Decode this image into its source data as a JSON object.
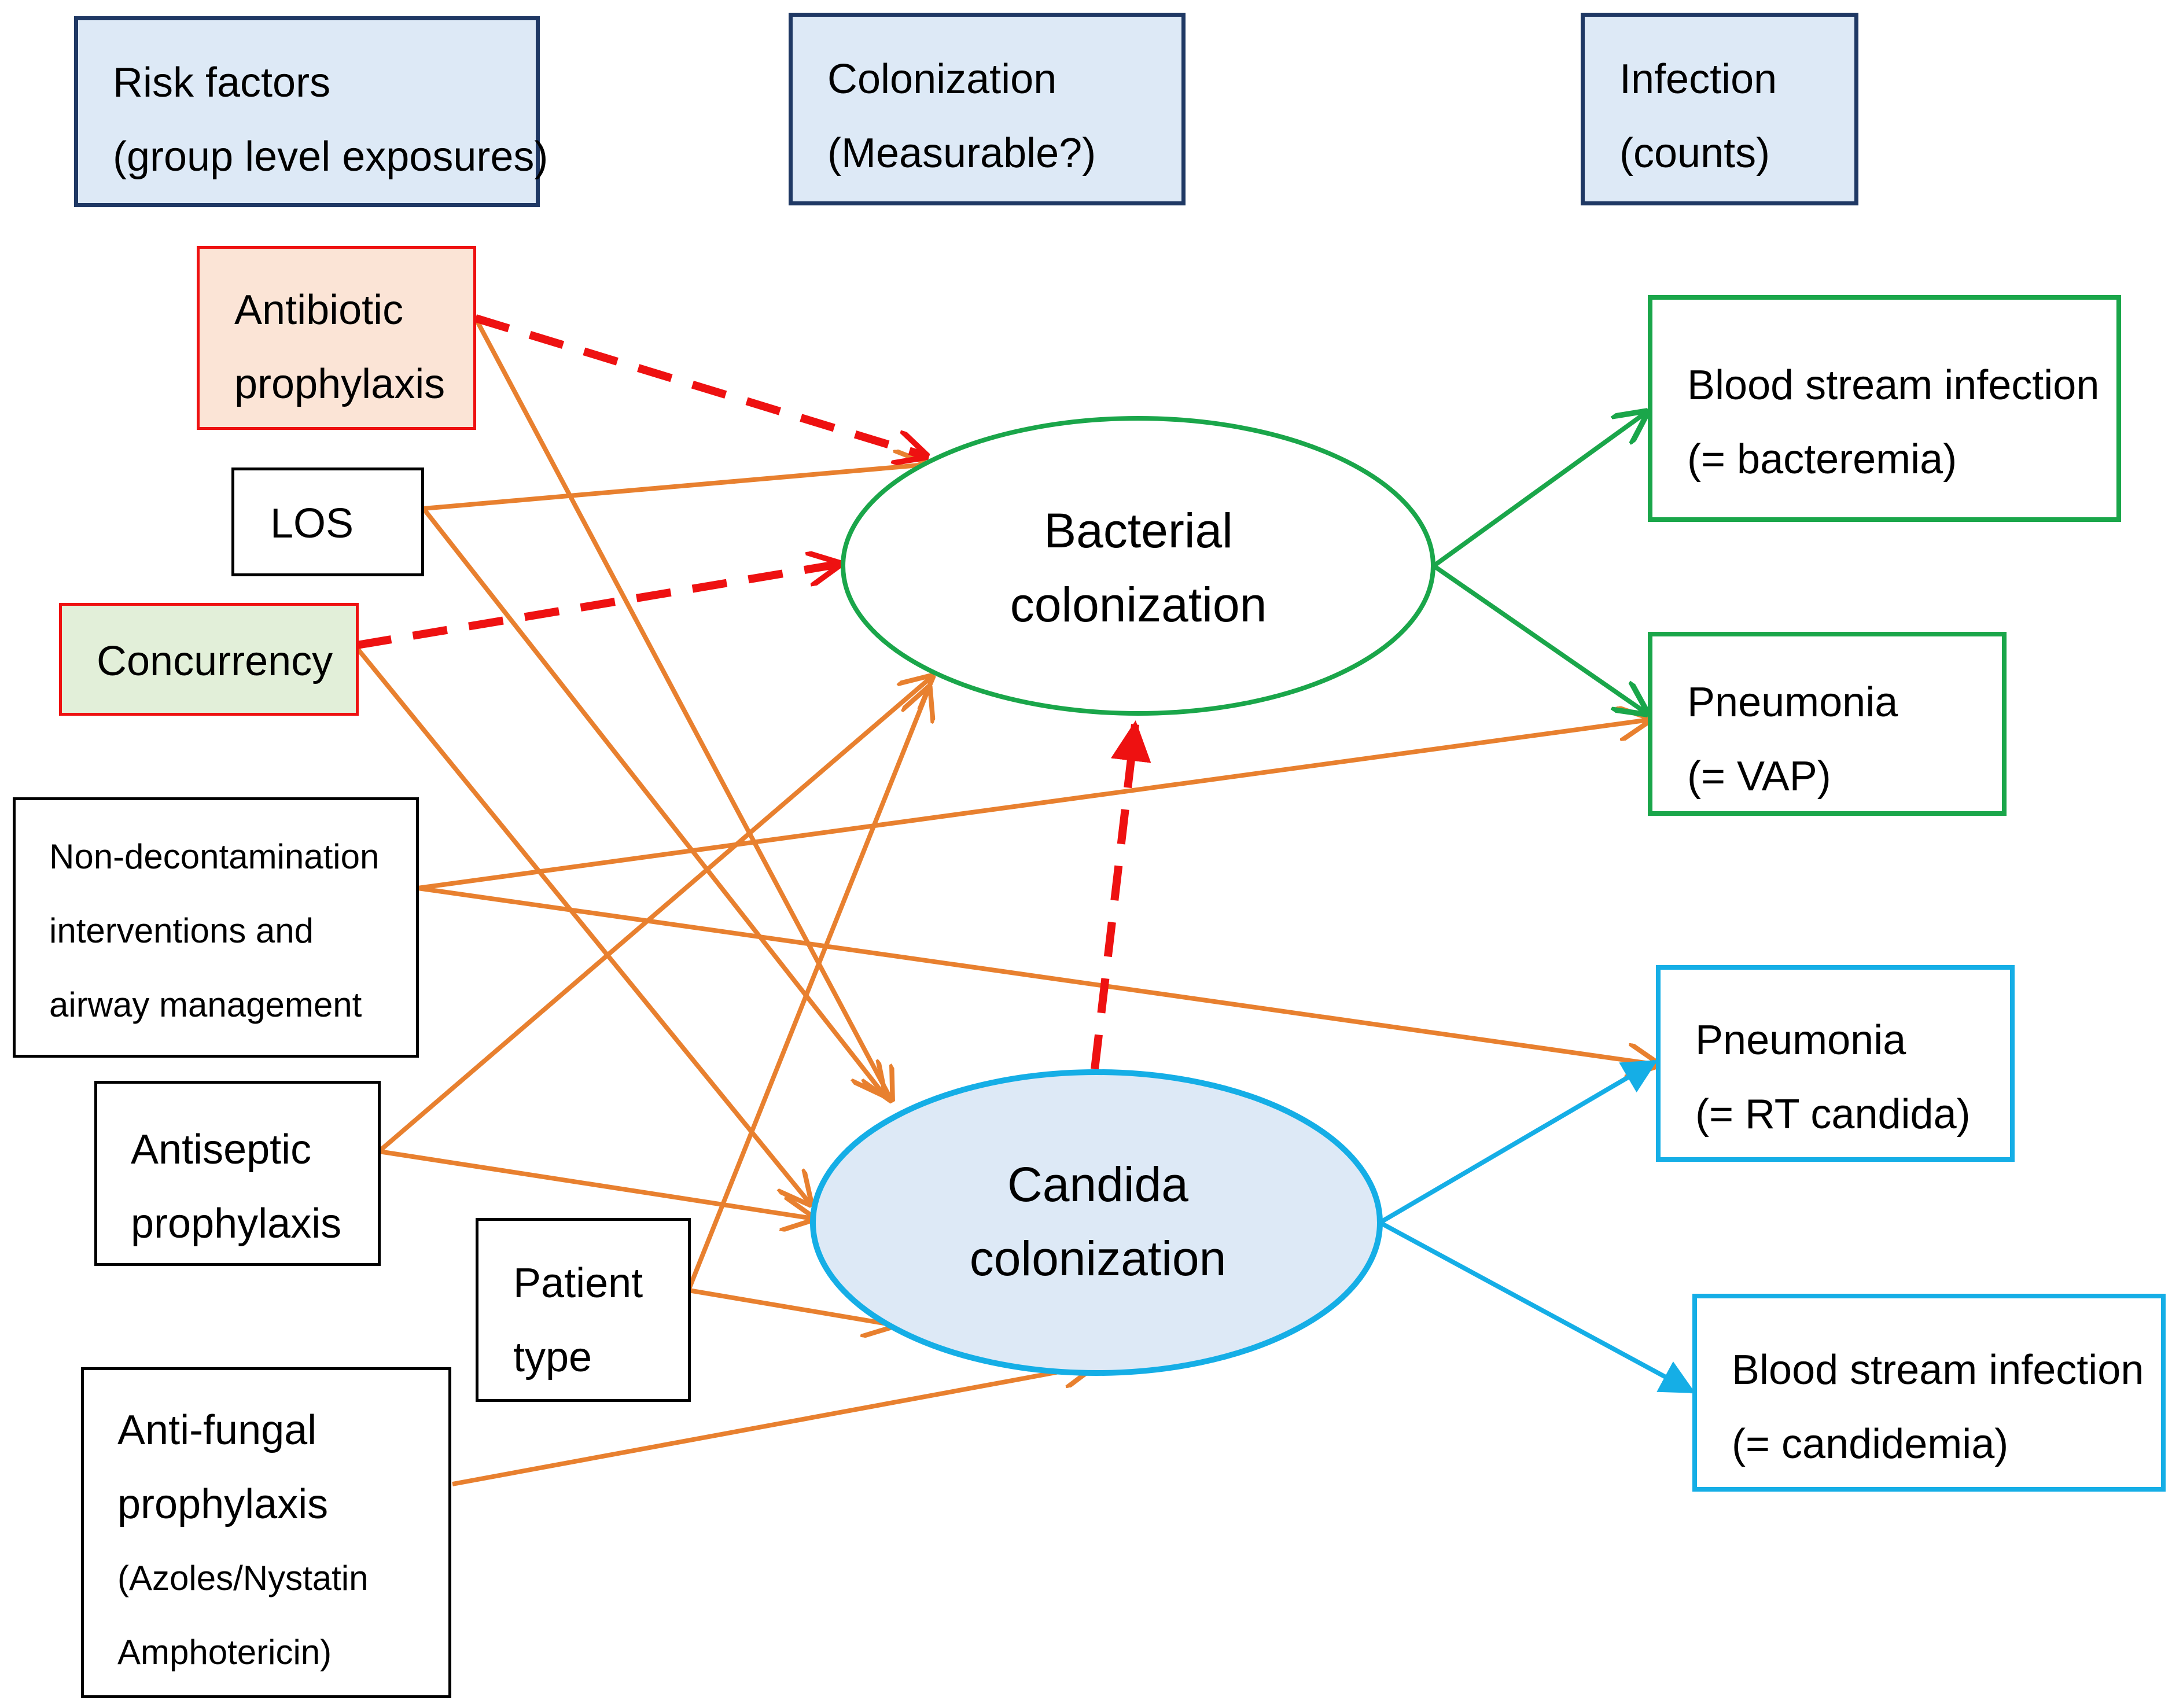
{
  "headers": {
    "risk": [
      "Risk factors",
      "(group level exposures)"
    ],
    "colonization": [
      "Colonization",
      "(Measurable?)"
    ],
    "infection": [
      "Infection",
      "(counts)"
    ]
  },
  "risk_factors": {
    "antibiotic": [
      "Antibiotic",
      "prophylaxis"
    ],
    "los": [
      "LOS"
    ],
    "concurrency": [
      "Concurrency"
    ],
    "nondecon": [
      "Non-decontamination",
      "interventions and",
      "airway management"
    ],
    "antiseptic": [
      "Antiseptic",
      "prophylaxis"
    ],
    "patient": [
      "Patient",
      "type"
    ],
    "antifungal": [
      "Anti-fungal",
      "prophylaxis",
      "(Azoles/Nystatin",
      "Amphotericin)"
    ]
  },
  "colonization": {
    "bacterial": [
      "Bacterial",
      "colonization"
    ],
    "candida": [
      "Candida",
      "colonization"
    ]
  },
  "outcomes": {
    "bsi_bact": [
      "Blood stream infection",
      "(= bacteremia)"
    ],
    "pneu_vap": [
      "Pneumonia",
      "(= VAP)"
    ],
    "pneu_rt": [
      "Pneumonia",
      "(= RT candida)"
    ],
    "bsi_cand": [
      "Blood stream infection",
      "(= candidemia)"
    ]
  },
  "colors": {
    "orange_arrow": "#e8802f",
    "red_dashed": "#ee1111",
    "green": "#1aa64a",
    "blue": "#15aee6",
    "header_fill": "#dde9f6",
    "header_border": "#1f3864",
    "antibiotic_fill": "#fbe4d6",
    "concurrency_fill": "#e2efd9",
    "candida_fill": "#dde9f6"
  }
}
